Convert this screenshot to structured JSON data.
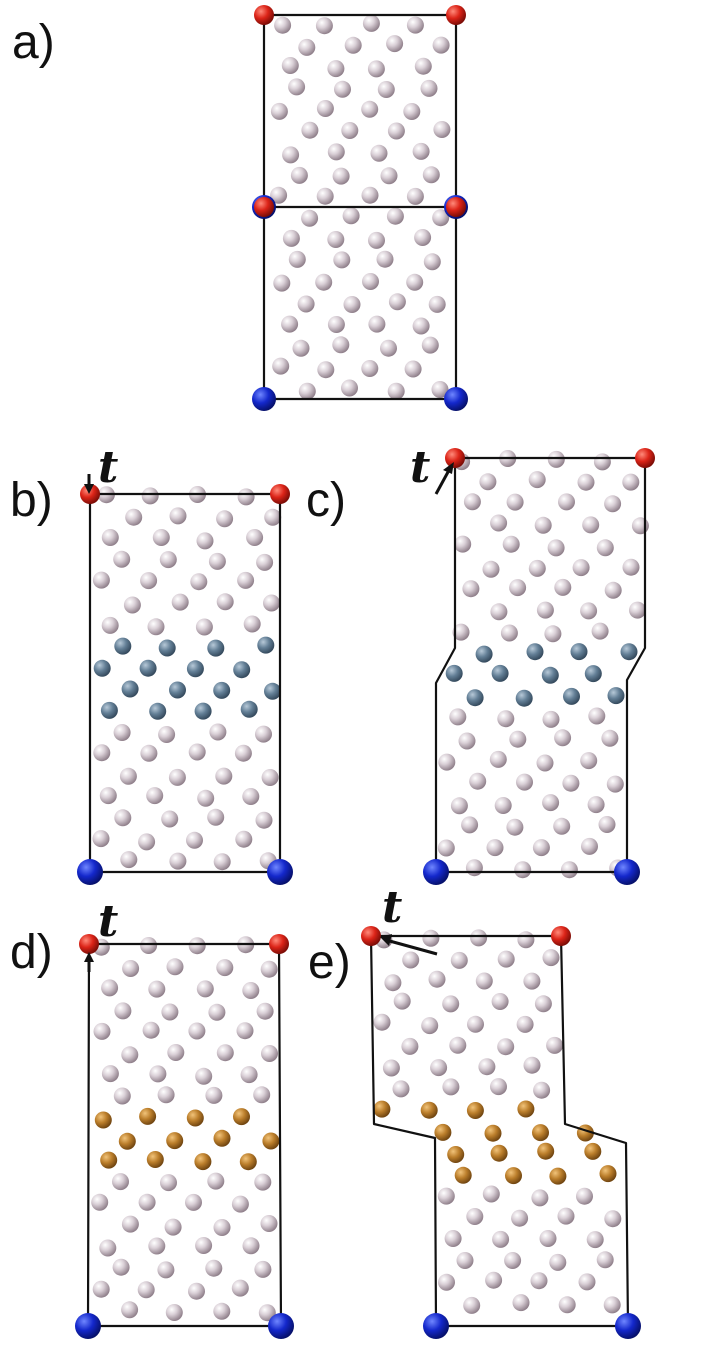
{
  "figure": {
    "panels": [
      {
        "id": "a",
        "label": "a)",
        "vector_label": ""
      },
      {
        "id": "b",
        "label": "b)",
        "vector_label": "t"
      },
      {
        "id": "c",
        "label": "c)",
        "vector_label": "t"
      },
      {
        "id": "d",
        "label": "d)",
        "vector_label": "t"
      },
      {
        "id": "e",
        "label": "e)",
        "vector_label": "t"
      }
    ],
    "colors": {
      "bulk_atom": "#cbbfc9",
      "interface_atom_blue": "#5c7a92",
      "interface_atom_orange": "#b87a2a",
      "corner_top": "#d4201a",
      "corner_bottom": "#1126c8",
      "cell_edge": "#111111"
    }
  }
}
